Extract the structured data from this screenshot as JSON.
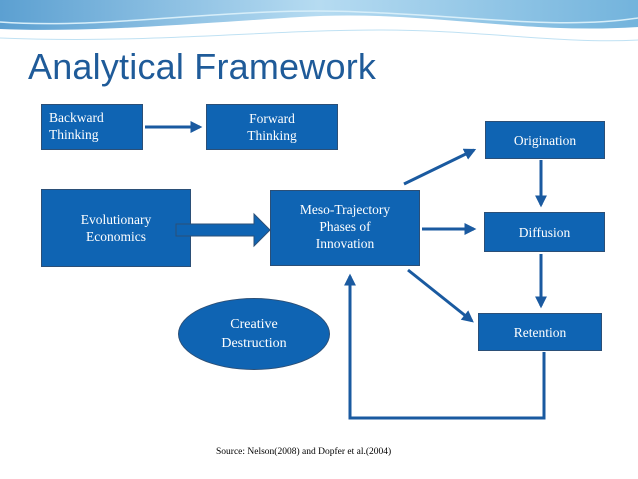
{
  "title": "Analytical Framework",
  "boxes": {
    "backward": "Backward\nThinking",
    "forward": "Forward\nThinking",
    "evolutionary": "Evolutionary\nEconomics",
    "meso": "Meso-Trajectory\nPhases  of\nInnovation",
    "origination": "Origination",
    "diffusion": "Diffusion",
    "retention": "Retention",
    "creative": "Creative\nDestruction"
  },
  "source": "Source: Nelson(2008)  and  Dopfer et al.(2004)",
  "colors": {
    "box_fill": "#0f64b3",
    "box_border": "#2b4f77",
    "arrow": "#1a5aa0",
    "title": "#1f5b99"
  }
}
